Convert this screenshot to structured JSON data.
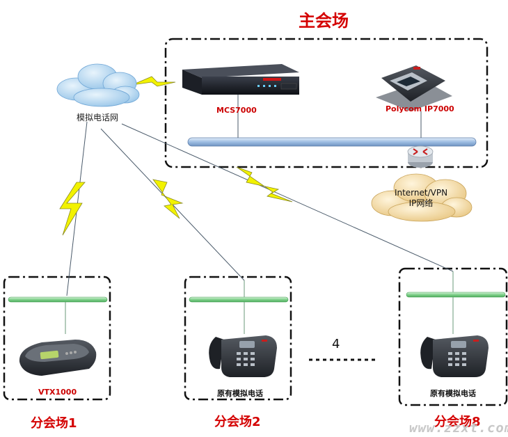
{
  "main_site": {
    "title": "主会场",
    "mcs_label": "MCS7000",
    "polycom_label": "Polycom IP7000",
    "network_label_line1": "Internet/VPN",
    "network_label_line2": "IP网络"
  },
  "pstn_label": "模拟电话网",
  "branches": [
    {
      "title": "分会场1",
      "device_label": "VTX1000"
    },
    {
      "title": "分会场2",
      "device_label": "原有模拟电话"
    },
    {
      "title": "分会场8",
      "device_label": "原有模拟电话"
    }
  ],
  "ellipsis_number": "4",
  "watermark": "www.zzxt.com",
  "colors": {
    "title_red": "#d40000",
    "lightning_yellow": "#f2f200",
    "main_bus_blue": "#a9c6e8",
    "branch_bus_green": "#7fd08a",
    "cloud_blue": "#9cc8ea",
    "cloud_tan": "#ecd29a"
  }
}
